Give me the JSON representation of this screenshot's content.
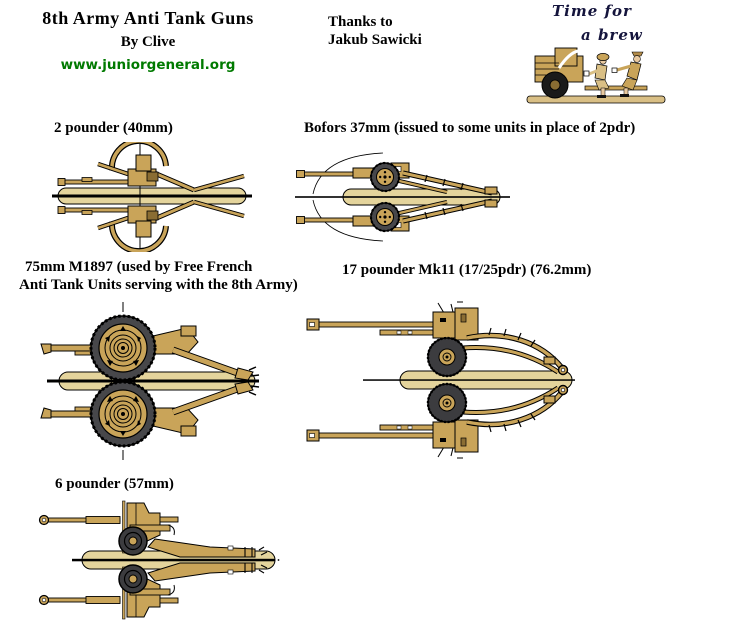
{
  "header": {
    "title": "8th Army Anti Tank Guns",
    "byline": "By Clive",
    "website": "www.juniorgeneral.org",
    "thanks": {
      "line1": "Thanks to",
      "line2": "Jakub Sawicki"
    }
  },
  "cartoon": {
    "caption_line1": "Time for",
    "caption_line2": "a brew",
    "description": "two-soldiers-having-tea-beside-gun-tractor"
  },
  "guns": {
    "two_pounder": {
      "label": "2 pounder (40mm)"
    },
    "bofors": {
      "label": "Bofors 37mm (issued to some units in place of 2pdr)"
    },
    "m1897": {
      "label_line1": "75mm M1897 (used by Free French",
      "label_line2": "Anti Tank Units serving with the 8th Army)"
    },
    "seventeen_pounder": {
      "label": "17 pounder Mk11 (17/25pdr) (76.2mm)"
    },
    "six_pounder": {
      "label": "6 pounder (57mm)"
    }
  },
  "colors": {
    "url_green": "#007a00",
    "gun_tan": "#c9a459",
    "pale_tan_bar": "#e4d49c",
    "tire_gray": "#47474a",
    "outline_black": "#000000",
    "caption_ink": "#14143c"
  }
}
